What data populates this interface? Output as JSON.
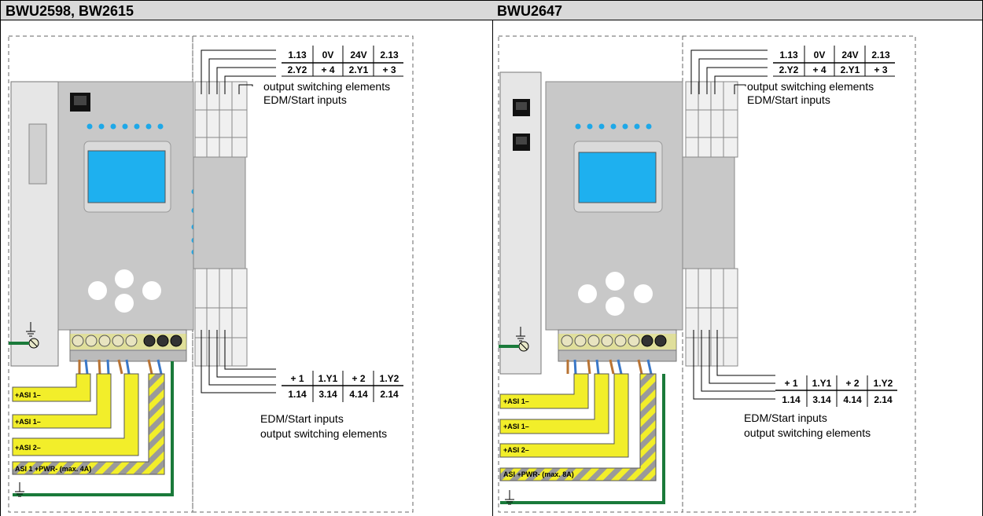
{
  "panels": [
    {
      "title": "BWU2598, BW2615",
      "top_terminals": {
        "row1": [
          "1.13",
          "0V",
          "24V",
          "2.13"
        ],
        "row2": [
          "2.Y2",
          "+ 4",
          "2.Y1",
          "+ 3"
        ]
      },
      "top_labels": [
        "output switching elements",
        "EDM/Start inputs"
      ],
      "bottom_terminals": {
        "row1": [
          "+ 1",
          "1.Y1",
          "+ 2",
          "1.Y2"
        ],
        "row2": [
          "1.14",
          "3.14",
          "4.14",
          "2.14"
        ]
      },
      "bottom_labels": [
        "EDM/Start inputs",
        "output switching elements"
      ],
      "asi_labels": [
        "+ASI 1–",
        "+ASI 1–",
        "+ASI 2–",
        "ASI 1 +PWR- (max. 4A)"
      ]
    },
    {
      "title": "BWU2647",
      "top_terminals": {
        "row1": [
          "1.13",
          "0V",
          "24V",
          "2.13"
        ],
        "row2": [
          "2.Y2",
          "+ 4",
          "2.Y1",
          "+ 3"
        ]
      },
      "top_labels": [
        "output switching elements",
        "EDM/Start inputs"
      ],
      "bottom_terminals": {
        "row1": [
          "+ 1",
          "1.Y1",
          "+ 2",
          "1.Y2"
        ],
        "row2": [
          "1.14",
          "3.14",
          "4.14",
          "2.14"
        ]
      },
      "bottom_labels": [
        "EDM/Start inputs",
        "output switching elements"
      ],
      "asi_labels": [
        "+ASI 1–",
        "+ASI 1–",
        "+ASI 2–",
        "ASI  +PWR- (max. 8A)"
      ]
    }
  ],
  "colors": {
    "header_bg": "#d9d9d9",
    "housing": "#c8c8c8",
    "display": "#1eb0ef",
    "led": "#1ea8e8",
    "asi_yellow": "#f2ee2a",
    "pe_green": "#1a7a3a",
    "brown_wire": "#b87333",
    "blue_wire": "#3a78c8"
  }
}
